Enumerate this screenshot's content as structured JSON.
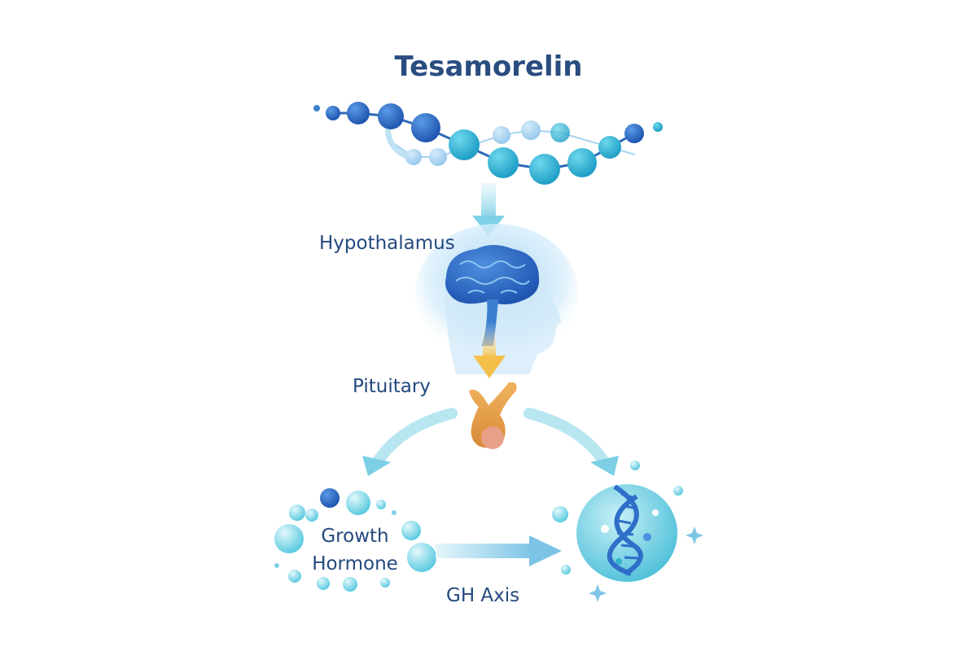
{
  "title": "Tesamorelin",
  "labels": {
    "hypothalamus": "Hypothalamus",
    "pituitary": "Pituitary",
    "growth_hormone_line1": "Growth",
    "growth_hormone_line2": "Hormone",
    "gh_axis": "GH Axis"
  },
  "colors": {
    "title": "#2a4d80",
    "label": "#24497e",
    "dark_blue": "#2f6ec8",
    "cyan": "#35b6d6",
    "light_blue": "#a9d4f0",
    "pituitary": "#e8a04a",
    "arrow_yellow": "#f5c04a"
  }
}
